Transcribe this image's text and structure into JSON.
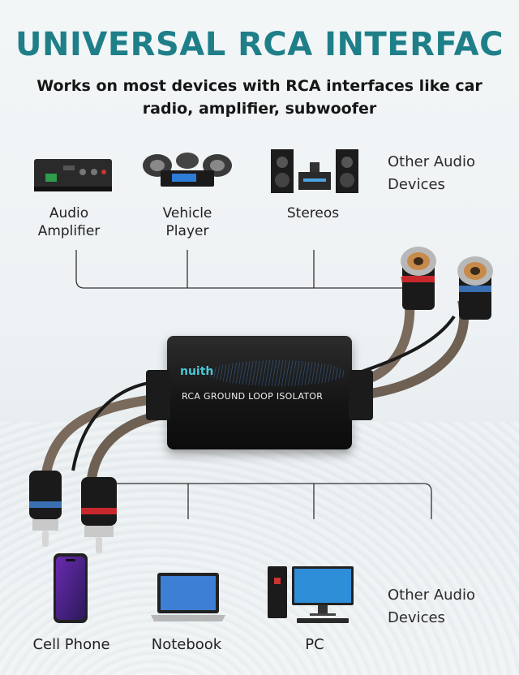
{
  "header": {
    "title": "UNIVERSAL RCA INTERFAC",
    "subtitle": "Works on most devices with RCA interfaces like car radio, amplifier, subwoofer"
  },
  "top_devices": [
    {
      "label": "Audio\nAmplifier",
      "icon": "audio-amplifier-icon"
    },
    {
      "label": "Vehicle\nPlayer",
      "icon": "vehicle-player-icon"
    },
    {
      "label": "Stereos",
      "icon": "stereo-icon"
    }
  ],
  "top_other": {
    "label": "Other Audio\nDevices"
  },
  "product": {
    "brand": "nuith",
    "name": "RCA GROUND LOOP ISOLATOR"
  },
  "bottom_devices": [
    {
      "label": "Cell Phone",
      "icon": "cell-phone-icon"
    },
    {
      "label": "Notebook",
      "icon": "notebook-icon"
    },
    {
      "label": "PC",
      "icon": "pc-icon"
    }
  ],
  "bottom_other": {
    "label": "Other Audio\nDevices"
  },
  "colors": {
    "title": "#1f7f89",
    "accent": "#48c8d6",
    "red_plug": "#c8282c",
    "blue_plug": "#3a6fb2"
  }
}
